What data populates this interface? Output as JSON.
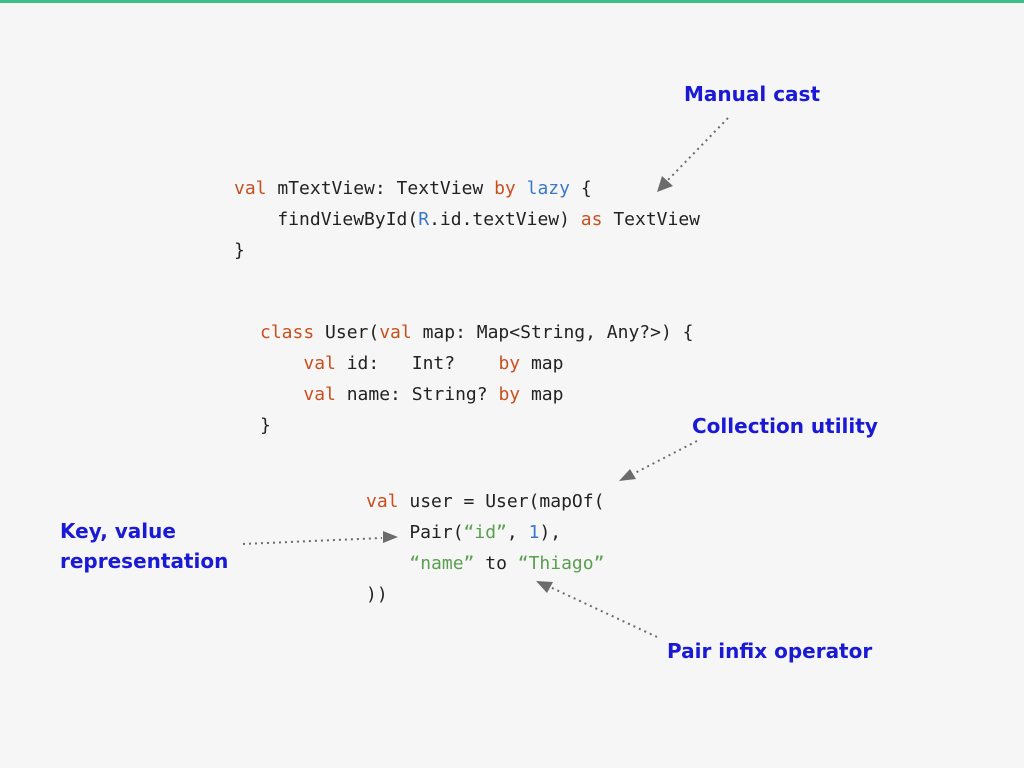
{
  "colors": {
    "accent_rule": "#3dbf8a",
    "keyword": "#c8501e",
    "function": "#3c78c8",
    "string": "#5a9e50",
    "label": "#1a1ad6",
    "background": "#f6f6f6"
  },
  "annotations": {
    "manual_cast": "Manual cast",
    "collection_utility": "Collection utility",
    "pair_infix": "Pair infix operator",
    "key_value_1": "Key, value",
    "key_value_2": "representation"
  },
  "code": {
    "block1": {
      "l1": [
        "val",
        " mTextView: TextView ",
        "by",
        " ",
        "lazy",
        " {"
      ],
      "l2": [
        "    findViewById(",
        "R",
        ".id.textView) ",
        "as",
        " TextView"
      ],
      "l3": "}"
    },
    "block2": {
      "l1": [
        "class",
        " User(",
        "val",
        " map: Map<String, Any?>) {"
      ],
      "l2": [
        "    ",
        "val",
        " id:   Int?    ",
        "by",
        " map"
      ],
      "l3": [
        "    ",
        "val",
        " name: String? ",
        "by",
        " map"
      ],
      "l4": "}"
    },
    "block3": {
      "l1": [
        "val",
        " user = User(mapOf("
      ],
      "l2": [
        "    Pair(",
        "“id”",
        ", ",
        "1",
        "),"
      ],
      "l3": [
        "    ",
        "“name”",
        " to ",
        "“Thiago”"
      ],
      "l4": "))"
    }
  }
}
